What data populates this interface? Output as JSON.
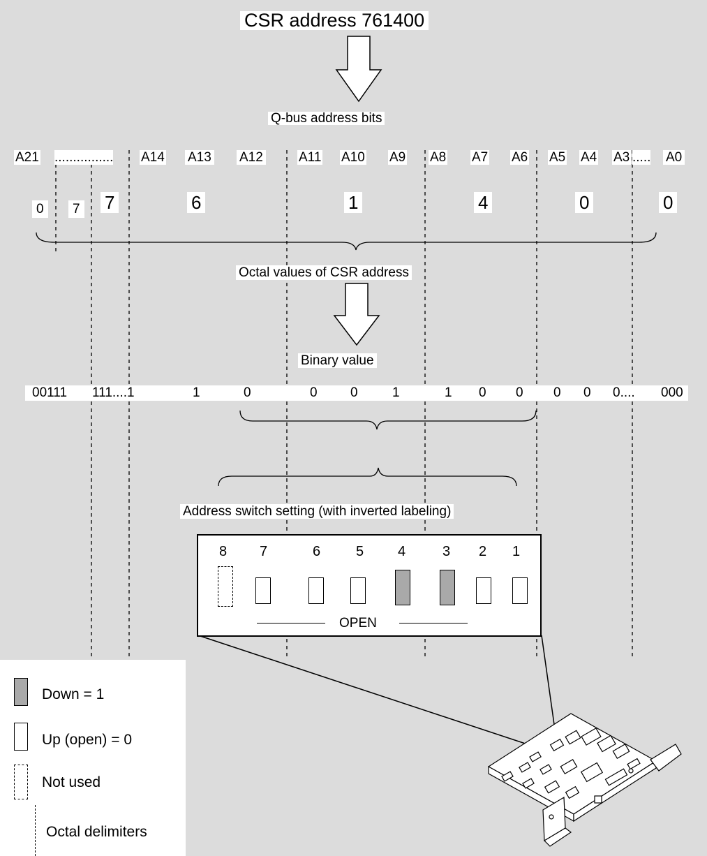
{
  "title": "CSR address 761400",
  "qbus_label": "Q-bus address bits",
  "address_bits": {
    "a21": "A21",
    "dots1": "................",
    "a14": "A14",
    "a13": "A13",
    "a12": "A12",
    "a11": "A11",
    "a10": "A10",
    "a9": "A9",
    "a8": "A8",
    "a7": "A7",
    "a6": "A6",
    "a5": "A5",
    "a4": "A4",
    "a3": "A3",
    "dots2": ".....",
    "a0": "A0"
  },
  "octal_digits": [
    "0",
    "7",
    "7",
    "6",
    "1",
    "4",
    "0",
    "0"
  ],
  "octal_label": "Octal values of CSR address",
  "binary_label": "Binary value",
  "binary": {
    "g1": "00111",
    "g2": "111....1",
    "b13": "1",
    "b12": "0",
    "b11": "0",
    "b10": "0",
    "b9": "1",
    "b8": "1",
    "b7": "0",
    "b6": "0",
    "b5": "0",
    "b4": "0",
    "b3": "0....",
    "low": "000"
  },
  "switch_label": "Address switch setting (with inverted labeling)",
  "switches": {
    "numbers": [
      "8",
      "7",
      "6",
      "5",
      "4",
      "3",
      "2",
      "1"
    ],
    "states": [
      "unused",
      "up",
      "up",
      "up",
      "down",
      "down",
      "up",
      "up"
    ],
    "open_label": "OPEN"
  },
  "legend": {
    "down": "Down = 1",
    "up": "Up (open) = 0",
    "unused": "Not used",
    "delim": "Octal delimiters"
  },
  "colors": {
    "background": "#dcdcdc",
    "down_fill": "#a9a9a9"
  }
}
